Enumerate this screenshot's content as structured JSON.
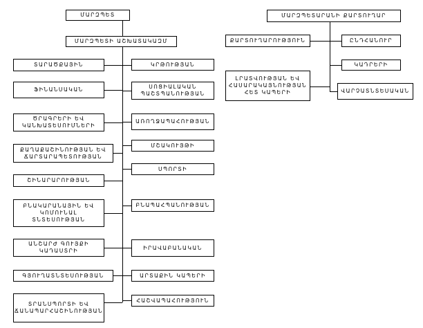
{
  "left_tree": {
    "root": "ՄԱՐԶՊԵՏ",
    "office": "ՄԱՐԶՊԵՏԻ ԱՇԽԱՏԱԿԱԶՄ",
    "left_departments": [
      "ՏԱՐԱԾՔԱՅԻՆ",
      "ՖԻՆԱՆՍԱԿԱՆ",
      "ԾՐԱԳՐԵՐԻ ԵՎ ԿԱՆԽԱՏԵՍՈՒՄՆԵՐԻ",
      "ՔԱՂԱՔԱՇԻՆՈՒԹՅԱՆ ԵՎ ՃԱՐՏԱՐԱՊԵՏՈՒԹՅԱՆ",
      "ՇԻՆԱՐԱՐՈՒԹՅԱՆ",
      "ԲՆԱԿԱՐԱՆԱՅԻՆ ԵՎ ԿՈՄՈՒՆԱԼ ՏՆՏԵՍՈՒԹՅԱՆ",
      "ԱՆՇԱՐԺ ԳՈՒՅՔԻ ԿԱԴԱՍՏՐԻ",
      "ԳՅՈՒՂԱՏՆՏԵՍՈՒԹՅԱՆ",
      "ՏՐԱՆՍՊՈՐՏԻ ԵՎ ՃԱՆԱՊԱՐՀԱՇԻՆՈՒԹՅԱՆ"
    ],
    "right_departments": [
      "ԿՐԹՈՒԹՅԱՆ",
      "ՍՈՑԻԱԼԱԿԱՆ ՊԱՇՏՊԱՆՈՒԹՅԱՆ",
      "ԱՌՈՂՋԱՊԱՀՈՒԹՅԱՆ",
      "ՄՇԱԿՈՒՅԹԻ",
      "ՍՊՈՐՏԻ",
      "ԲՆԱՊԱՀՊԱՆՈՒԹՅԱՆ",
      "ԻՐԱՎԱԲԱՆԱԿԱՆ",
      "ԱՐՏԱՔԻՆ ԿԱՊԵՐԻ",
      "ՀԱՇՎԱՊԱՀՈՒԹՅՈՒՆ"
    ]
  },
  "right_tree": {
    "root": "ՄԱՐԶՊԵՏԱՐԱՆԻ ՔԱՐՏՈՒՂԱՐ",
    "left_units": [
      "ՔԱՐՏՈՒՂԱՐՈՒԹՅՈՒՆ",
      "ԼՐԱՏՎՈՒԹՅԱՆ ԵՎ ՀԱՍԱՐԱԿԱՅՆՈՒԹՅԱՆ ՀԵՏ ԿԱՊԵՐԻ"
    ],
    "right_units": [
      "ԸՆԴՀԱՆՈՒՐ",
      "ԿԱԴՐԵՐԻ",
      "ՎԱՐՉԱՏՆՏԵՍԱԿԱՆ"
    ]
  }
}
